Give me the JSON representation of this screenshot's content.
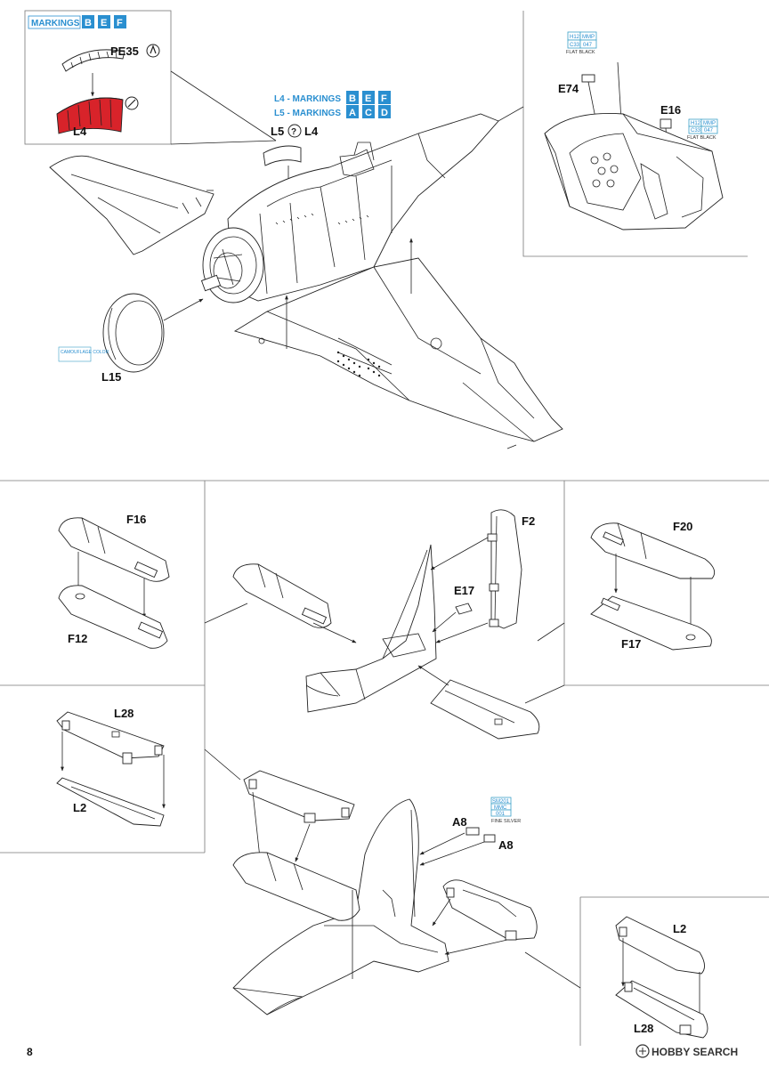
{
  "page_number": "8",
  "watermark": "HOBBY SEARCH",
  "colors": {
    "marking_blue": "#2a8fd0",
    "paint_border": "#3aa0c8",
    "highlight_red": "#d8232a"
  },
  "panel_cowl": {
    "markings_label": "MARKINGS",
    "markings_letters": [
      "B",
      "E",
      "F"
    ],
    "part_top": "PE35",
    "part_bottom": "L4"
  },
  "panel_cockpit": {
    "e74": {
      "label": "E74",
      "paint": [
        "H12",
        "MMP",
        "C33",
        "047"
      ],
      "note": "FLAT BLACK"
    },
    "e16": {
      "label": "E16",
      "paint": [
        "H12",
        "MMP",
        "C33",
        "047"
      ],
      "note": "FLAT BLACK"
    }
  },
  "main_assembly": {
    "l4_markings_prefix": "L4 - MARKINGS",
    "l4_markings_letters": [
      "B",
      "E",
      "F"
    ],
    "l5_markings_prefix": "L5 - MARKINGS",
    "l5_markings_letters": [
      "A",
      "C",
      "D"
    ],
    "canopy_left": "L5",
    "canopy_right": "L4",
    "ring_label": "L15",
    "ring_note": "CAMOUFLAGE COLOR"
  },
  "tail_section": {
    "f16": "F16",
    "f12": "F12",
    "f2": "F2",
    "e17": "E17",
    "f20": "F20",
    "f17": "F17"
  },
  "stabilizer_section": {
    "l28_top": "L28",
    "l2_top": "L2",
    "a8_left": "A8",
    "a8_right": "A8",
    "a8_paint": [
      "SM201",
      "MMC",
      "001"
    ],
    "a8_note": "FINE SILVER",
    "l2_bottom": "L2",
    "l28_bottom": "L28"
  }
}
